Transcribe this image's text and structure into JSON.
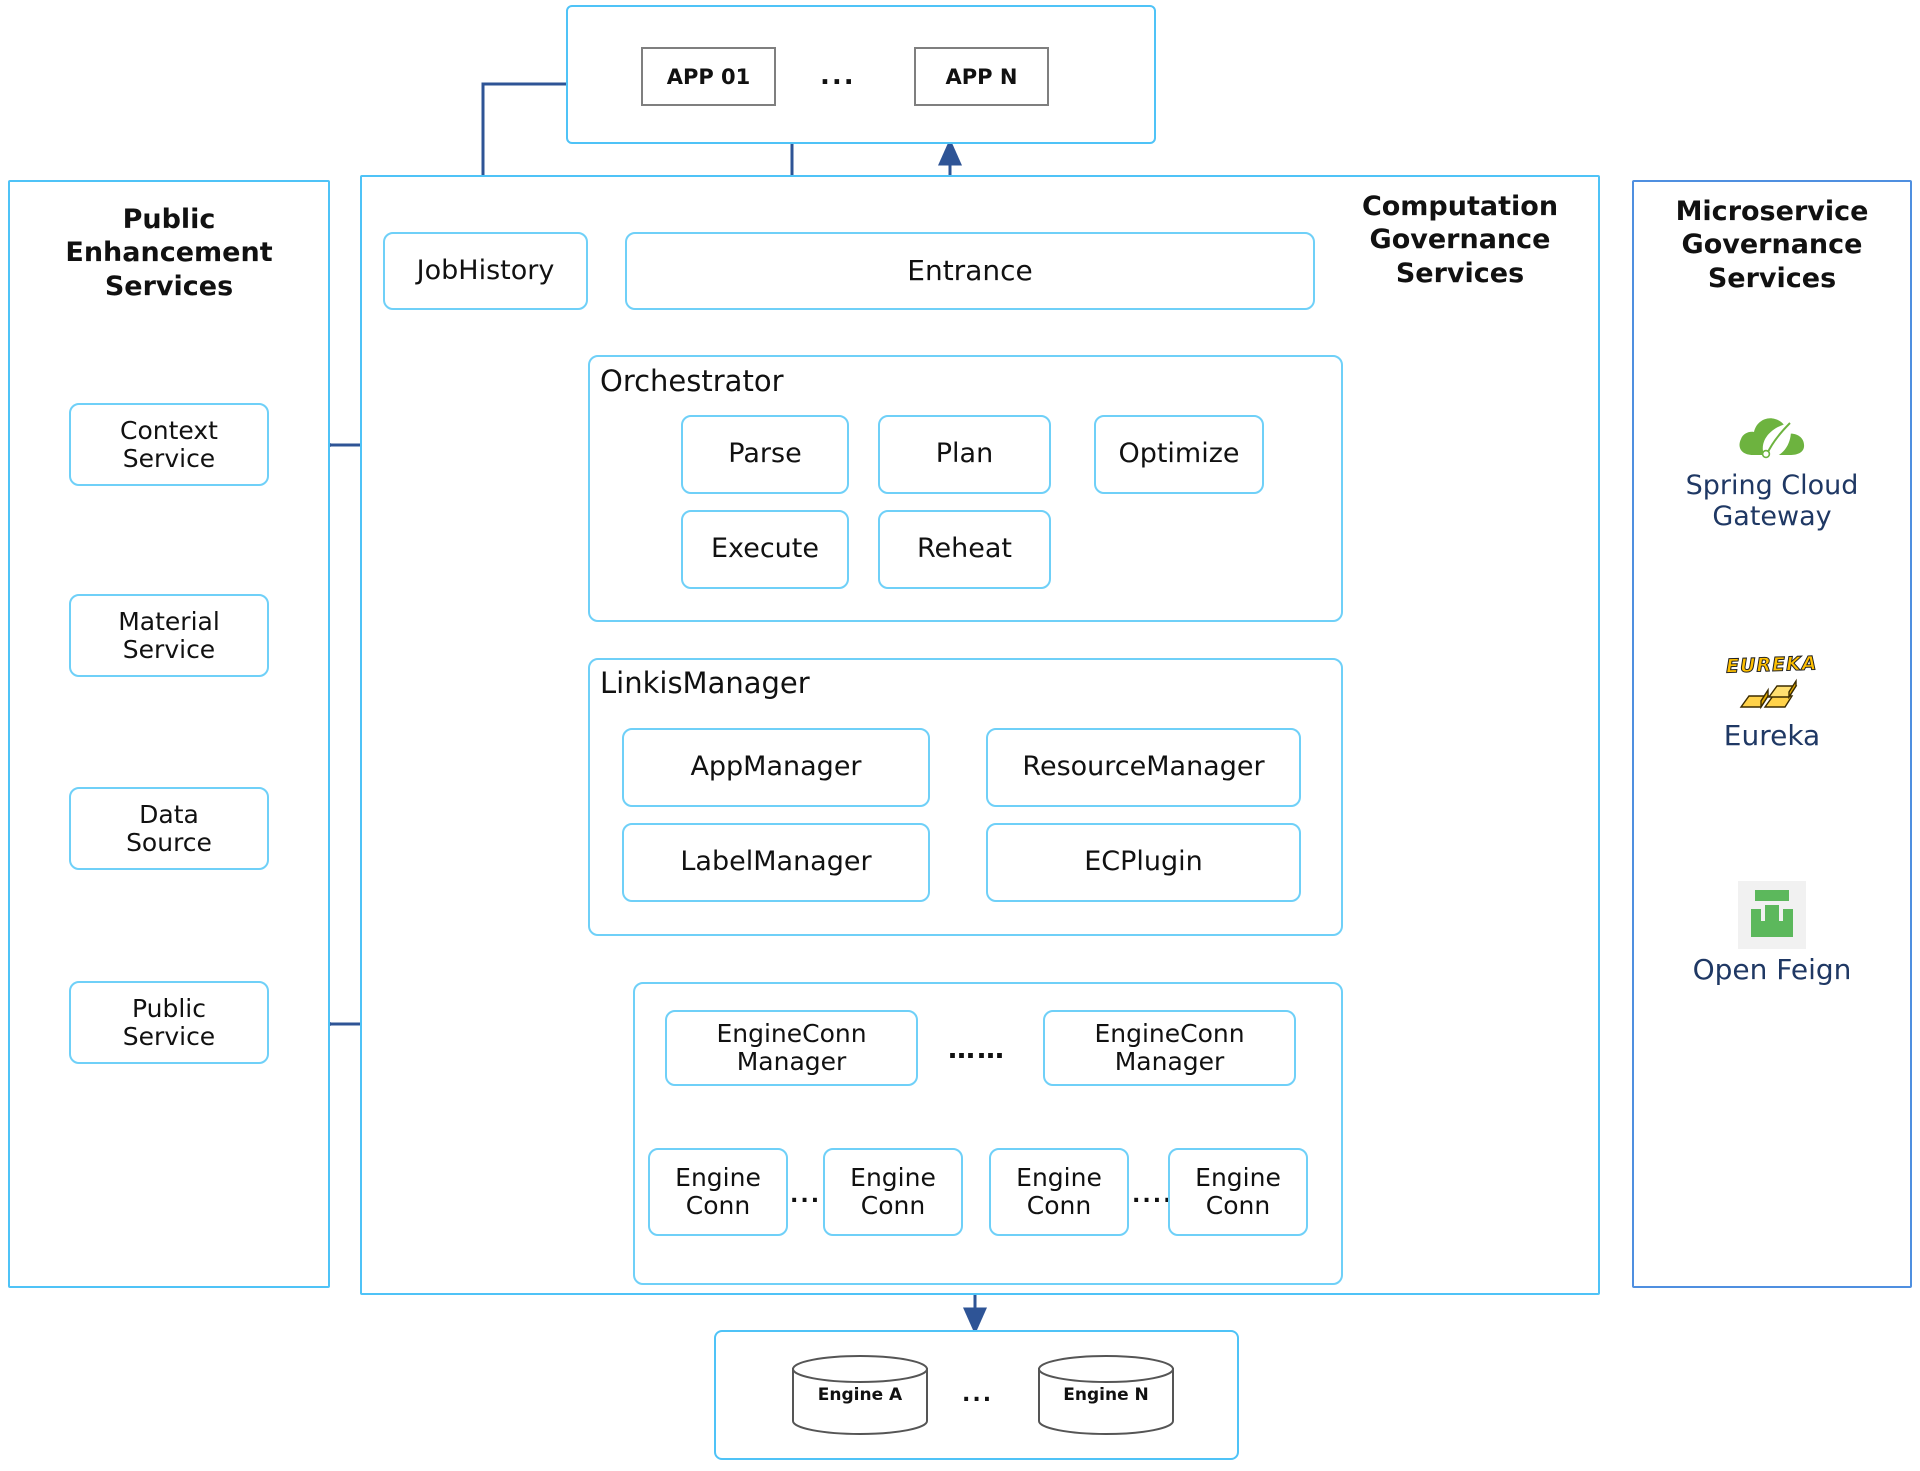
{
  "diagram": {
    "title": "Linkis Computation Governance Architecture",
    "colors": {
      "panel_border": "#4FC3F7",
      "box_border": "#6FD0F8",
      "app_box_border": "#7f7f7f",
      "arrow": "#2E5496",
      "microservice_text": "#1F3864",
      "spring_green": "#6DB33F",
      "feign_green": "#5CB85C",
      "eureka_gold": "#FFC000"
    }
  },
  "apps_panel": {
    "name": "apps-panel",
    "items": [
      {
        "label": "APP 01"
      },
      {
        "label": "APP N"
      }
    ],
    "ellipsis": "..."
  },
  "public_enhancement": {
    "title": "Public\nEnhancement\nServices",
    "services": [
      {
        "label": "Context\nService"
      },
      {
        "label": "Material\nService"
      },
      {
        "label": "Data\nSource"
      },
      {
        "label": "Public\nService"
      }
    ]
  },
  "computation_governance": {
    "title": "Computation\nGovernance\nServices",
    "jobhistory": {
      "label": "JobHistory"
    },
    "entrance": {
      "label": "Entrance"
    },
    "orchestrator": {
      "label": "Orchestrator",
      "children": [
        {
          "label": "Parse"
        },
        {
          "label": "Plan"
        },
        {
          "label": "Optimize"
        },
        {
          "label": "Execute"
        },
        {
          "label": "Reheat"
        }
      ]
    },
    "linkis_manager": {
      "label": "LinkisManager",
      "children": [
        {
          "label": "AppManager"
        },
        {
          "label": "ResourceManager"
        },
        {
          "label": "LabelManager"
        },
        {
          "label": "ECPlugin"
        }
      ]
    },
    "engineconn_group": {
      "managers": [
        {
          "label": "EngineConn\nManager"
        },
        {
          "label": "EngineConn\nManager"
        }
      ],
      "manager_ellipsis": "……",
      "engines": [
        {
          "label": "Engine\nConn"
        },
        {
          "label": "Engine\nConn"
        },
        {
          "label": "Engine\nConn"
        },
        {
          "label": "Engine\nConn"
        }
      ],
      "engine_ellipsis": "....."
    }
  },
  "engines_panel": {
    "items": [
      {
        "label": "Engine A"
      },
      {
        "label": "Engine N"
      }
    ],
    "ellipsis": "..."
  },
  "microservice_governance": {
    "title": "Microservice\nGovernance\nServices",
    "items": [
      {
        "label": "Spring Cloud\nGateway",
        "icon": "spring-leaf-cloud-icon"
      },
      {
        "label": "Eureka",
        "icon": "eureka-gold-bars-icon",
        "logo_word": "EUREKA"
      },
      {
        "label": "Open Feign",
        "icon": "open-feign-icon"
      }
    ]
  }
}
